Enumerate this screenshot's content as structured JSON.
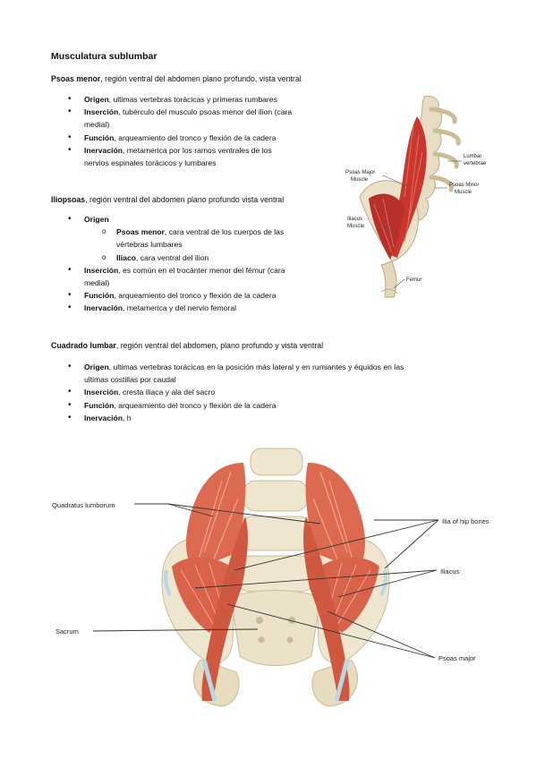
{
  "title": "Musculatura sublumbar",
  "sections": [
    {
      "name": "Psoas menor",
      "description": ", región ventral del abdomen plano profundo, vista ventral",
      "items": [
        {
          "label": "Origen",
          "text": ", ultimas vertebras torácicas y primeras rumbares"
        },
        {
          "label": "Inserción",
          "text": ", tubérculo del musculo psoas menor del ilion (cara",
          "cont": "medial)"
        },
        {
          "label": "Función",
          "text": ", arqueamiento del tronco y flexión de la cadera"
        },
        {
          "label": "Inervación",
          "text": ", metamerica por los ramos ventrales de los",
          "cont": "nervios espinales torácicos y lumbares"
        }
      ]
    },
    {
      "name": "Iliopsoas",
      "description": ", región ventral del abdomen plano profundo vista ventral",
      "items": [
        {
          "label": "Origen",
          "text": ""
        },
        {
          "label": "Psoas menor",
          "text": ", cara ventral de los cuerpos de las",
          "cont": "vértebras lumbares"
        },
        {
          "label": "Iliaco",
          "text": ", cara ventral del ilion"
        },
        {
          "label": "Inserción",
          "text": ", es común en el trocánter menor del fémur (cara",
          "cont": "medial)"
        },
        {
          "label": "Función",
          "text": ", arqueamiento del tronco y flexión de la cadera"
        },
        {
          "label": "Inervación",
          "text": ", metamerica y del nervio femoral"
        }
      ]
    },
    {
      "name": "Cuadrado lumbar",
      "description": ", región ventral del abdomen, plano profundo y vista ventral",
      "items": [
        {
          "label": "Origen",
          "text": ", ultimas vertebras torácicas en la posición más lateral y en rumiantes y équidos en las",
          "cont": "ultimas costillas por caudal"
        },
        {
          "label": "Inserción",
          "text": ", cresta iliaca y ala del sacro"
        },
        {
          "label": "Función",
          "text": ", arqueamiento del tronco y flexión de la cadera"
        },
        {
          "label": "Inervación",
          "text": ", h"
        }
      ]
    }
  ],
  "figure_top_labels": {
    "lumbar": "Lumbar",
    "vertebrae": "vertebrae",
    "psoas_major_1": "Psoas Major",
    "psoas_major_2": "Muscle",
    "psoas_minor_1": "Psoas Minor",
    "psoas_minor_2": "Muscle",
    "iliacus_1": "Iliacus",
    "iliacus_2": "Muscle",
    "femur": "Femur"
  },
  "figure_bottom_labels": {
    "quadratus": "Quadratus lumborum",
    "ilia": "Ilia of hip bones",
    "iliacus": "Iliacus",
    "sacrum": "Sacrum",
    "psoas": "Psoas major"
  },
  "colors": {
    "muscle": "#d9674c",
    "muscle_light": "#f0a58e",
    "bone": "#efe6cf",
    "bone_shadow": "#cfc3a4",
    "cartilage": "#b8d7e2"
  }
}
